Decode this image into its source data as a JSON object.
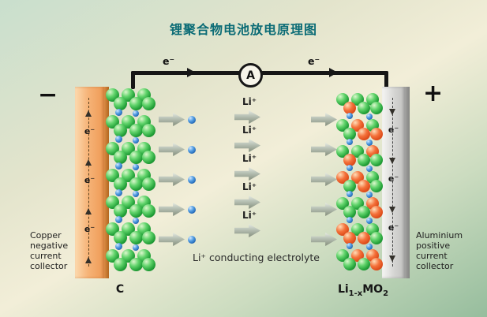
{
  "title": "锂聚合物电池放电原理图",
  "circuit": {
    "ammeter_label": "A",
    "electron_left": "e⁻",
    "electron_right": "e⁻"
  },
  "terminals": {
    "negative": "−",
    "positive": "+"
  },
  "left_collector": {
    "electron_labels": [
      "e⁻",
      "e⁻",
      "e⁻"
    ],
    "caption_lines": [
      "Copper",
      "negative",
      "current",
      "collector"
    ]
  },
  "right_collector": {
    "electron_labels": [
      "e⁻",
      "e⁻",
      "e⁻"
    ],
    "caption_lines": [
      "Aluminium",
      "positive",
      "current",
      "collector"
    ]
  },
  "electrodes": {
    "anode_label": "C",
    "cathode_label": {
      "base1": "Li",
      "sub1": "1-x",
      "base2": "MO",
      "sub2": "2"
    }
  },
  "electrolyte": {
    "ion_labels": [
      "Li⁺",
      "Li⁺",
      "Li⁺",
      "Li⁺",
      "Li⁺"
    ],
    "caption": "Li⁺ conducting electrolyte"
  },
  "colors": {
    "title": "#0a6b75",
    "wire": "#161616",
    "copper_collector": "#f6b377",
    "aluminium_collector": "#d4d4d2",
    "carbon_sphere": "#22a038",
    "lithium_ion": "#1f63b0",
    "metal_oxide_sphere": "#d84414",
    "flow_arrow": "#a7b0a3"
  }
}
